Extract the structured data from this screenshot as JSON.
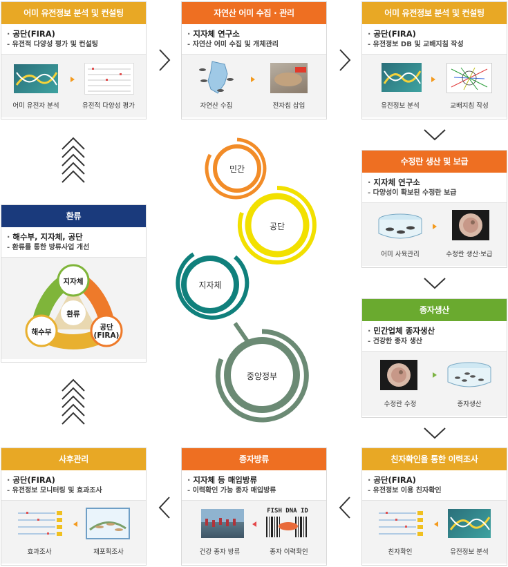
{
  "colors": {
    "orange": "#f28c28",
    "yellowBrown": "#e8a825",
    "darkOrange": "#ee6f22",
    "navy": "#1a3a7c",
    "green": "#6aaa2f",
    "yellow": "#f2e000",
    "teal": "#10807c",
    "gray": "#6b8a74"
  },
  "boxes": {
    "b1": {
      "title": "어미 유전정보 분석 및 컨설팅",
      "line1": "공단(FIRA)",
      "line2": "유전적 다양성 평가 및 컨설팅",
      "cap1": "어미 유전자 분석",
      "cap2": "유전적 다양성 평가"
    },
    "b2": {
      "title": "자연산 어미 수집 · 관리",
      "line1": "지자체 연구소",
      "line2": "자연산 어미 수집 및 개체관리",
      "cap1": "자연산 수집",
      "cap2": "전자칩 삽입"
    },
    "b3": {
      "title": "어미 유전정보 분석 및 컨설팅",
      "line1": "공단(FIRA)",
      "line2": "유전정보 DB 및 교배지침 작성",
      "cap1": "유전정보 분석",
      "cap2": "교배지침 작성"
    },
    "b4": {
      "title": "수정란 생산 및 보급",
      "line1": "지자체 연구소",
      "line2": "다양성이 확보된 수정란 보급",
      "cap1": "어미 사육관리",
      "cap2": "수정란 생산·보급"
    },
    "b5": {
      "title": "종자생산",
      "line1": "민간업체 종자생산",
      "line2": "건강한 종자 생산",
      "cap1": "수정란 수정",
      "cap2": "종자생산"
    },
    "b6": {
      "title": "친자확인을 통한 이력조사",
      "line1": "공단(FIRA)",
      "line2": "유전정보 이용 친자확인",
      "cap1": "친자확인",
      "cap2": "유전정보 분석"
    },
    "b7": {
      "title": "종자방류",
      "line1": "지자체 등 매입방류",
      "line2": "이력확인 가능 종자 매입방류",
      "cap1": "건강 종자 방류",
      "cap2": "종자 이력확인",
      "dnaText": "FISH DNA ID"
    },
    "b8": {
      "title": "사후관리",
      "line1": "공단(FIRA)",
      "line2": "유전정보 모니터링 및 효과조사",
      "cap1": "효과조사",
      "cap2": "재포획조사"
    },
    "b9": {
      "title": "환류",
      "line1": "해수부, 지자체, 공단",
      "line2": "환류를 통한 방류사업 개선"
    }
  },
  "triad": {
    "top": "지자체",
    "center": "환류",
    "left": "해수부",
    "right_l1": "공단",
    "right_l2": "(FIRA)"
  },
  "rings": {
    "r1": "민간",
    "r2": "공단",
    "r3": "지자체",
    "r4": "중앙정부"
  }
}
